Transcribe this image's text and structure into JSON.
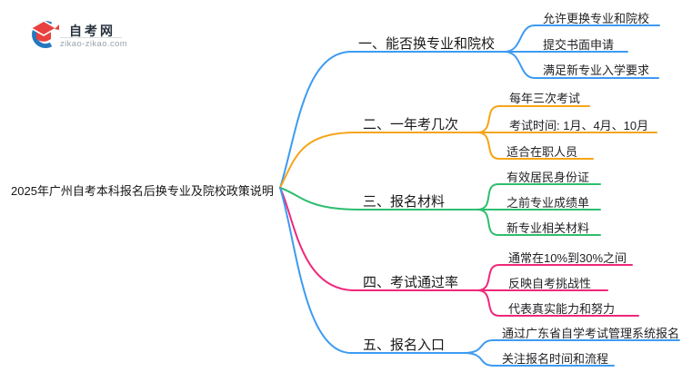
{
  "brand": {
    "name": "自考网",
    "domain": "zikao-zikao.com",
    "logo_blue": "#2478BE",
    "logo_red": "#E8413F"
  },
  "root": {
    "label": "2025年广州自考本科报名后换专业及院校政策说明"
  },
  "branches": [
    {
      "label": "一、能否换专业和院校",
      "color": "#3D9BF2",
      "children": [
        "允许更换专业和院校",
        "提交书面申请",
        "满足新专业入学要求"
      ]
    },
    {
      "label": "二、一年考几次",
      "color": "#F6A416",
      "children": [
        "每年三次考试",
        "考试时间: 1月、4月、10月",
        "适合在职人员"
      ]
    },
    {
      "label": "三、报名材料",
      "color": "#2DBE6E",
      "children": [
        "有效居民身份证",
        "之前专业成绩单",
        "新专业相关材料"
      ]
    },
    {
      "label": "四、考试通过率",
      "color": "#F0277A",
      "children": [
        "通常在10%到30%之间",
        "反映自考挑战性",
        "代表真实能力和努力"
      ]
    },
    {
      "label": "五、报名入口",
      "color": "#3D9BF2",
      "children": [
        "通过广东省自学考试管理系统报名",
        "关注报名时间和流程"
      ]
    }
  ]
}
